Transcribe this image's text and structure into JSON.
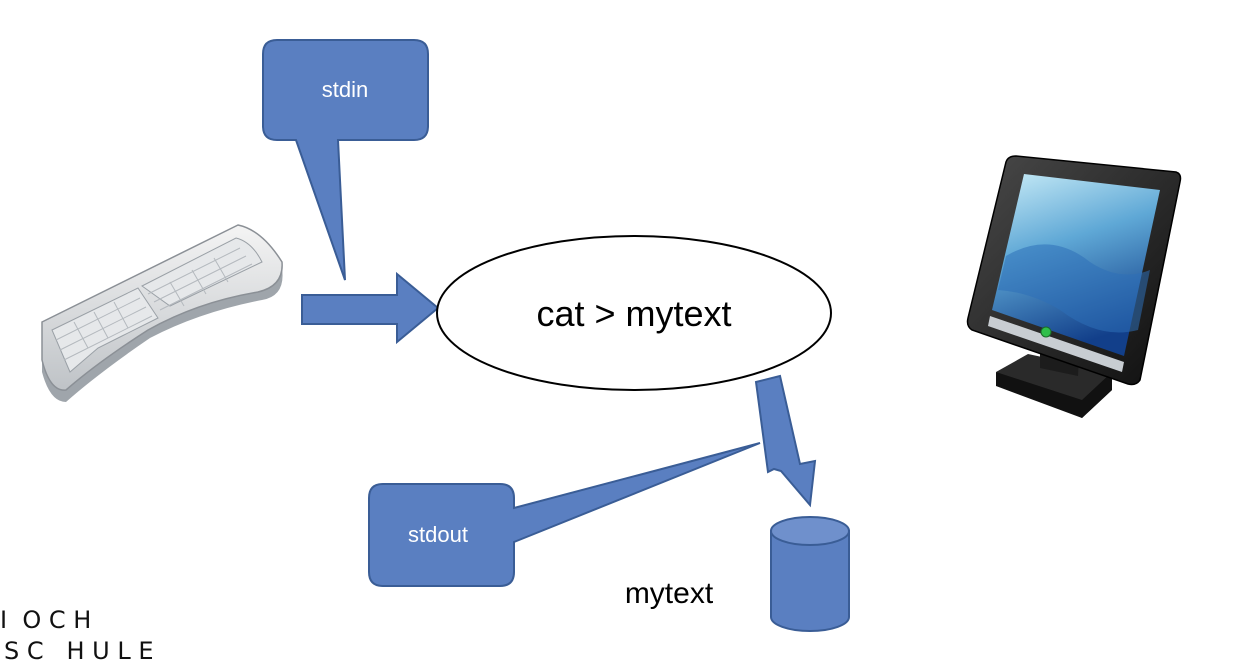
{
  "colors": {
    "shape_fill": "#5a7fc1",
    "shape_stroke": "#3a5d96",
    "ellipse_fill": "#ffffff",
    "ellipse_stroke": "#000000",
    "screen_gradient_top": "#9fd6ea",
    "screen_gradient_bottom": "#1f5fae"
  },
  "callouts": {
    "stdin": "stdin",
    "stdout": "stdout"
  },
  "process": {
    "command": "cat > mytext"
  },
  "file": {
    "name": "mytext"
  },
  "icons": {
    "keyboard": "keyboard-icon",
    "monitor": "monitor-icon",
    "file": "database-cylinder-icon"
  },
  "logo": {
    "line1": "I  O C H",
    "line2": "S C   H U L E"
  }
}
